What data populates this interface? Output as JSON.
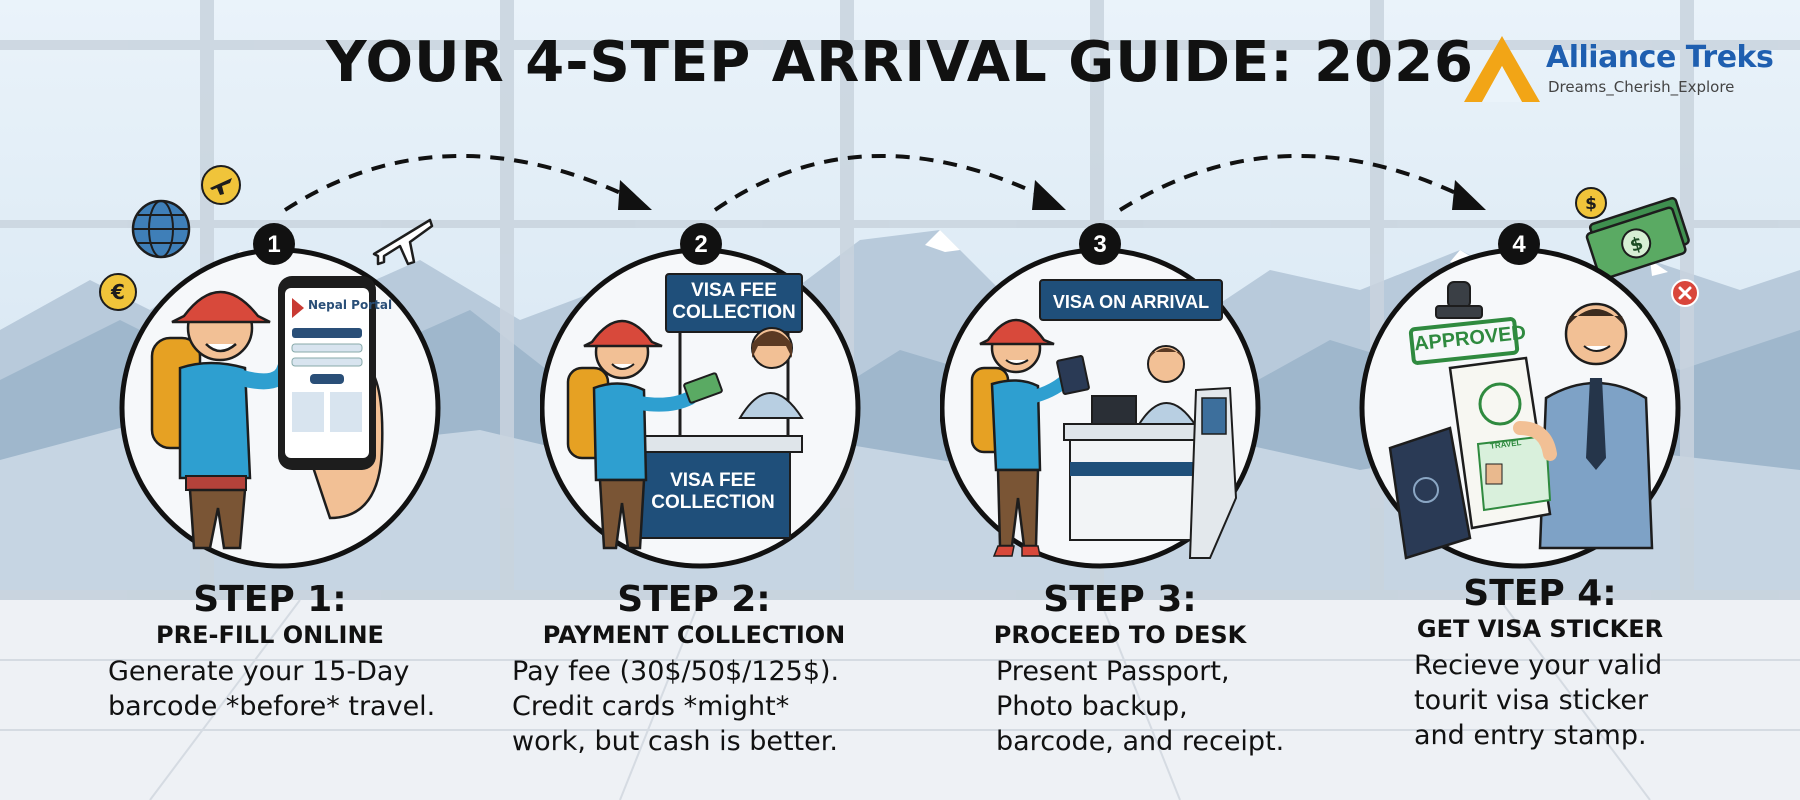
{
  "title": "YOUR 4-STEP ARRIVAL GUIDE: 2026",
  "brand": {
    "name": "Alliance Treks",
    "tagline": "Dreams_Cherish_Explore",
    "color": "#1f5fb0",
    "accent": "#f2a516"
  },
  "steps": [
    {
      "number": "1",
      "title": "STEP 1:",
      "subtitle": "PRE-FILL ONLINE",
      "description": "Generate your 15-Day\nbarcode *before* travel.",
      "phone_label": "Nepal Portal"
    },
    {
      "number": "2",
      "title": "STEP 2:",
      "subtitle": "PAYMENT COLLECTION",
      "description": "Pay fee (30$/50$/125$).\n Credit cards *might*\nwork, but cash is better.",
      "sign_label_top": "VISA FEE\nCOLLECTION",
      "sign_label_desk": "VISA FEE\nCOLLECTION"
    },
    {
      "number": "3",
      "title": "STEP 3:",
      "subtitle": "PROCEED TO DESK",
      "description": "Present Passport,\nPhoto backup,\nbarcode, and receipt.",
      "sign_label": "VISA ON ARRIVAL"
    },
    {
      "number": "4",
      "title": "STEP 4:",
      "subtitle": "GET VISA STICKER",
      "description": "Recieve your valid\ntourit visa sticker\nand entry stamp.",
      "stamp_label": "APPROVED",
      "sticker_label": "TRAVEL"
    }
  ],
  "icons": [
    "euro-coin-icon",
    "globe-icon",
    "airplane-coin-icon",
    "airplane-icon",
    "dollar-coin-icon",
    "cash-icon",
    "close-icon"
  ],
  "colors": {
    "sign_blue": "#1f4f7a",
    "jacket_blue": "#2e9fd0",
    "hat_red": "#d8493b",
    "mountain": "#a8bed3"
  }
}
